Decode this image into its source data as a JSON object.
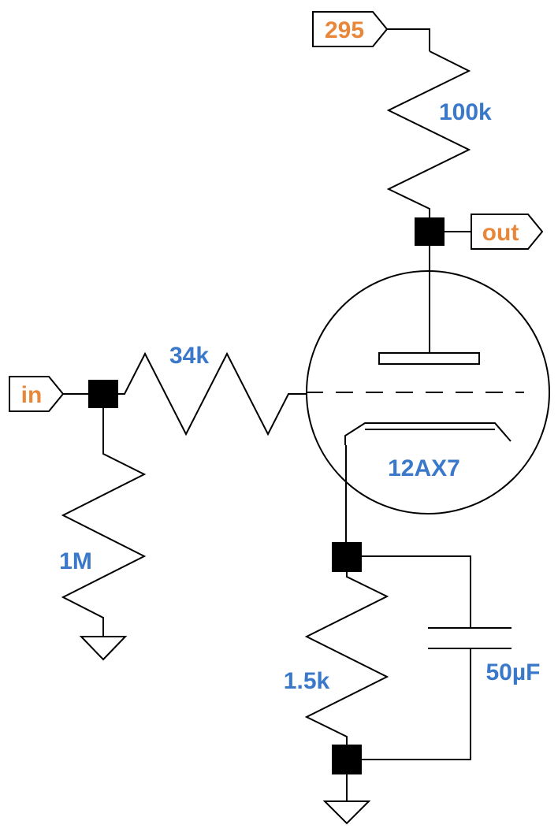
{
  "supply": {
    "voltage": "295"
  },
  "ports": {
    "input": "in",
    "output": "out"
  },
  "components": {
    "plate_resistor": "100k",
    "grid_stopper": "34k",
    "grid_leak": "1M",
    "cathode_resistor": "1.5k",
    "cathode_capacitor": "50µF",
    "tube": "12AX7"
  }
}
